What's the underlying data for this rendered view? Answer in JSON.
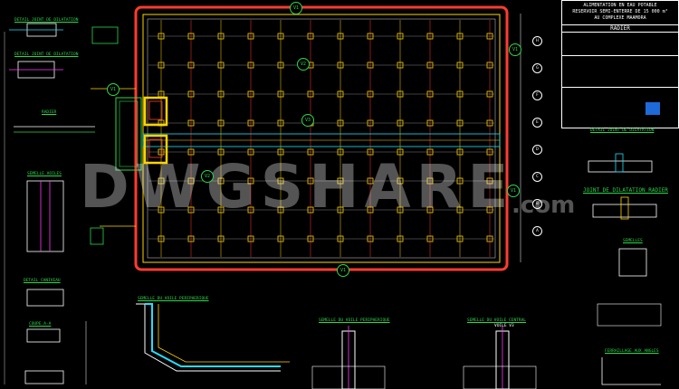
{
  "title_block": {
    "line1": "ALIMENTATION EN EAU POTABLE",
    "line2": "RESERVOIR SEMI-ENTERRE DE 15 000 m³",
    "line3": "AU COMPLEXE MAAMORA",
    "sheet": "RADIER"
  },
  "labels": {
    "detail_joint_1": "DETAIL JOINT DE DILATATION",
    "detail_joint_2": "DETAIL JOINT DE DILATATION",
    "radier": "RADIER",
    "semelle_voiles": "SEMELLE VOILES",
    "detail_caniveau": "DETAIL CANIVEAU",
    "coupe_aa": "COUPE A-A",
    "detail_joint_right": "DETAIL JOINT DE DILATATION",
    "joint_dilatation_radier": "JOINT DE DILATATION RADIER",
    "semelles": "SEMELLES",
    "semelle_voile_periph_1": "SEMELLE DU VOILE PERIPHERIQUE",
    "semelle_voile_periph_2": "SEMELLE DU VOILE PERIPHERIQUE",
    "semelle_voile_central": "SEMELLE DU VOILE CENTRAL",
    "voile_v3": "VOILE V3",
    "ferraillage_angles": "FERRAILLAGE AUX ANGLES"
  },
  "wall_tags": [
    "V1",
    "V1",
    "V2",
    "V2",
    "V3",
    "V1",
    "V1",
    "V1"
  ],
  "axis_letters": [
    "H",
    "G",
    "F",
    "E",
    "D",
    "C",
    "B",
    "A"
  ],
  "watermark": "DWGSHARE",
  "watermark_suffix": ".com",
  "colors": {
    "frame": "#ff3b30",
    "yellow": "#ffd400",
    "green": "#2bd84a",
    "magenta": "#ff3bff",
    "cyan": "#20e0ff",
    "white": "#ffffff"
  }
}
